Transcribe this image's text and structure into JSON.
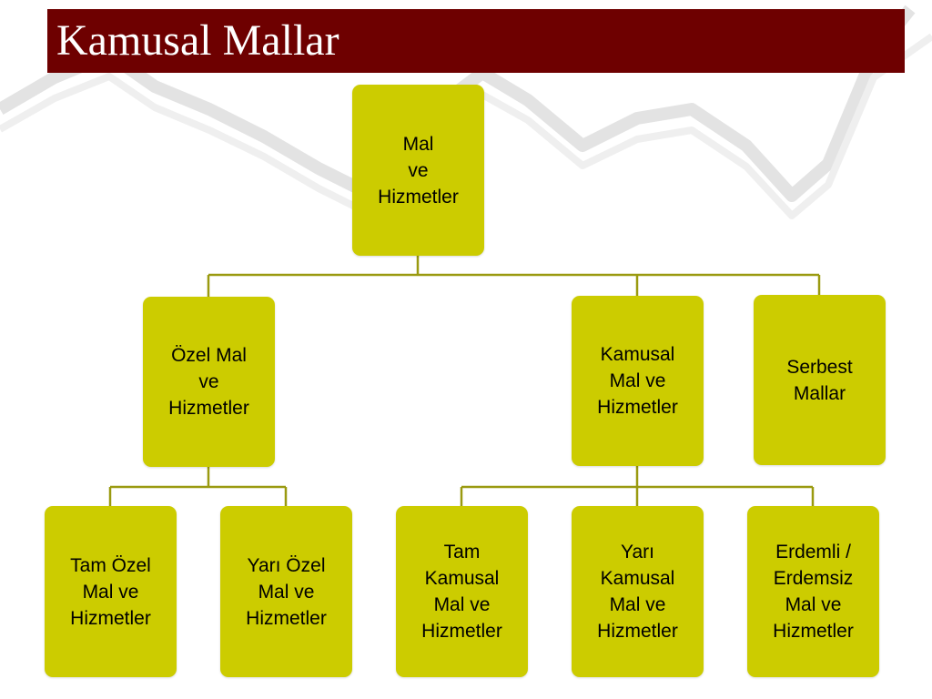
{
  "title": "Kamusal Mallar",
  "colors": {
    "title_bar": "#6e0000",
    "node_fill": "#cccc00",
    "connector": "#9a9a10"
  },
  "tree": {
    "root": "Mal\nve\nHizmetler",
    "level1": {
      "ozel": "Özel Mal\nve\nHizmetler",
      "kamusal": "Kamusal\nMal ve\nHizmetler",
      "serbest": "Serbest\nMallar"
    },
    "ozel_children": {
      "tam_ozel": "Tam Özel\nMal ve\nHizmetler",
      "yari_ozel": "Yarı Özel\nMal ve\nHizmetler"
    },
    "kamusal_children": {
      "tam_kamusal": "Tam\nKamusal\nMal ve\nHizmetler",
      "yari_kamusal": "Yarı\nKamusal\nMal ve\nHizmetler",
      "erdemli": "Erdemli /\nErdemsiz\nMal ve\nHizmetler"
    }
  }
}
